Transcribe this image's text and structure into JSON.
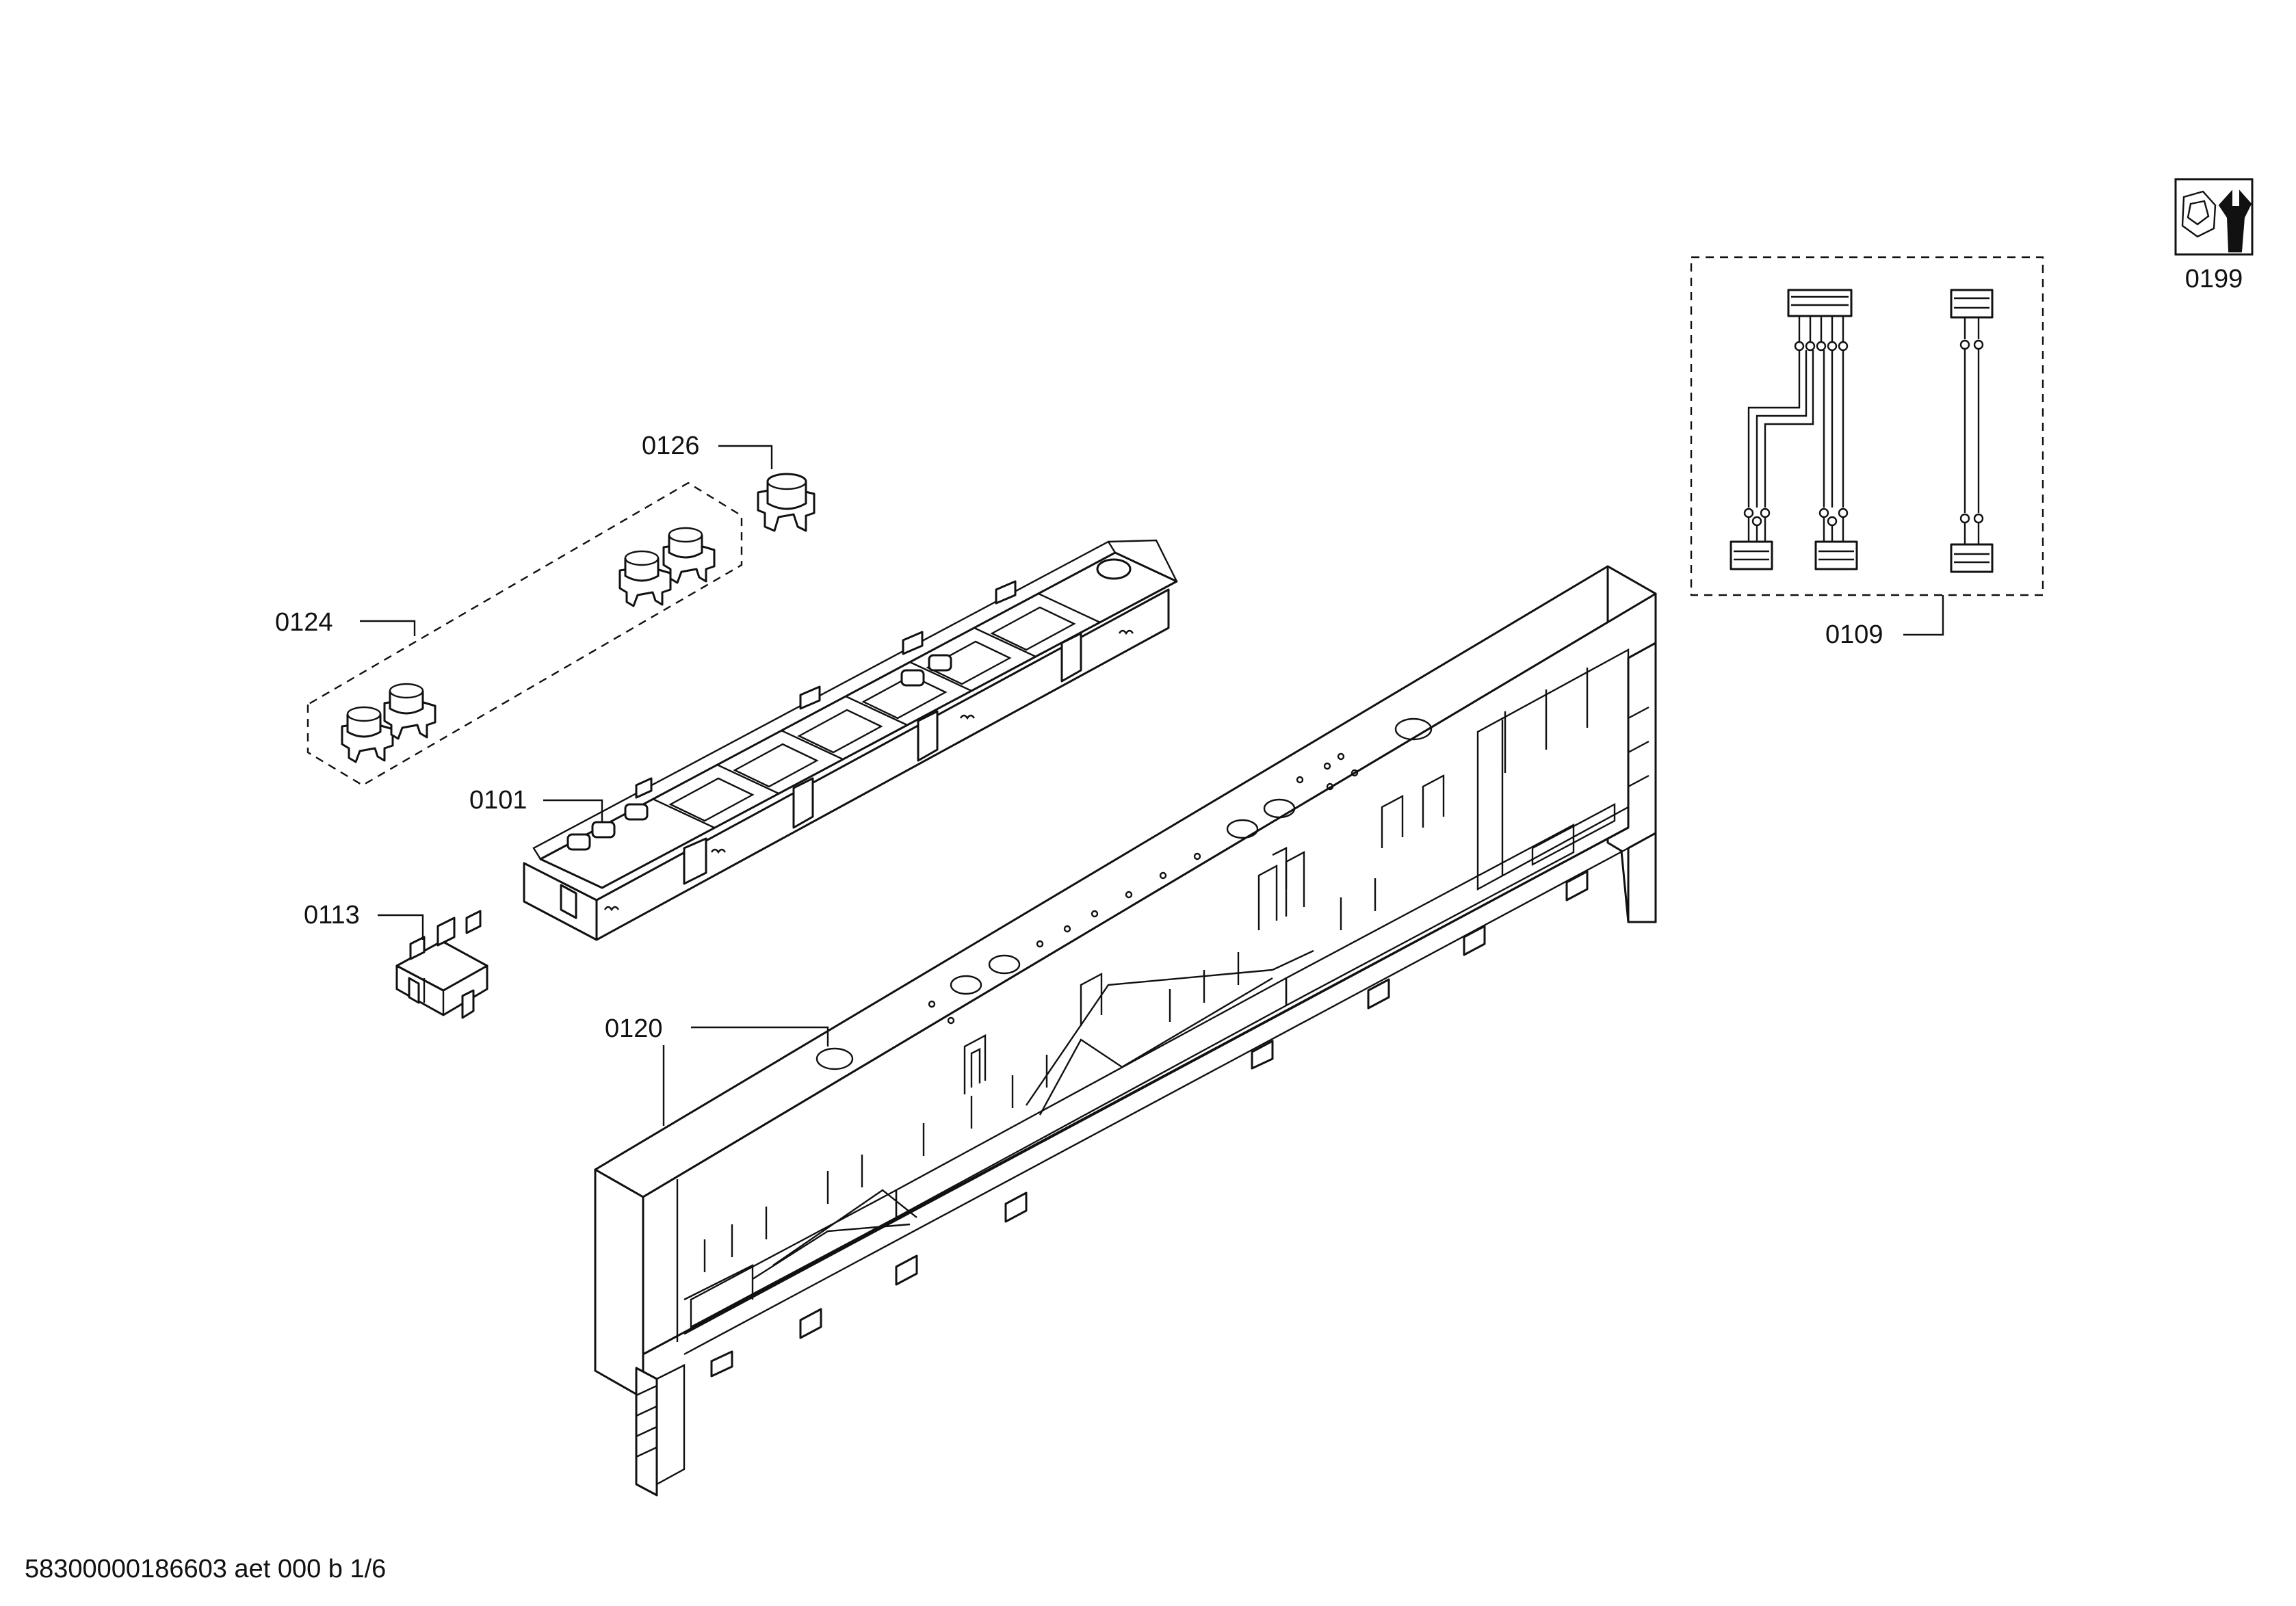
{
  "document_code": "58300000186603 aet 000 b 1/6",
  "parts": {
    "p0101": "0101",
    "p0109": "0109",
    "p0113": "0113",
    "p0120": "0120",
    "p0124": "0124",
    "p0126": "0126",
    "p0199": "0199"
  },
  "icons": {
    "service_kit": "nut-and-wrench-icon"
  }
}
